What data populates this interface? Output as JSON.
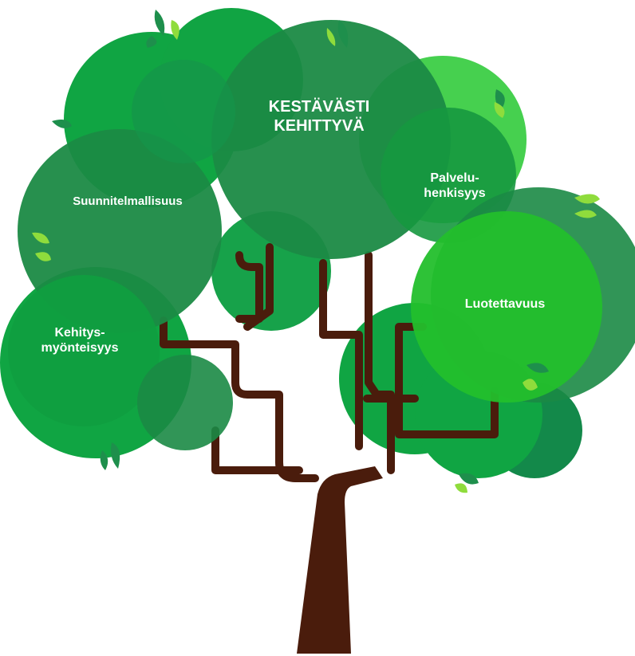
{
  "labels": {
    "center": {
      "line1": "KESTÄVÄSTI",
      "line2": "KEHITTYVÄ"
    },
    "top_left": {
      "text": "Suunnitelmallisuus"
    },
    "top_right": {
      "line1": "Palvelu-",
      "line2": "henkisyys"
    },
    "right": {
      "text": "Luotettavuus"
    },
    "left": {
      "line1": "Kehitys-",
      "line2": "myönteisyys"
    }
  },
  "colors": {
    "trunk": "#4a1c0c",
    "dark_green": "#1b8a45",
    "mid_green": "#10a543",
    "light_green": "#2cc33c",
    "bright_green": "#3fcf45",
    "leaf_light": "#8fdc3c",
    "leaf_dark": "#1e8f4c"
  }
}
